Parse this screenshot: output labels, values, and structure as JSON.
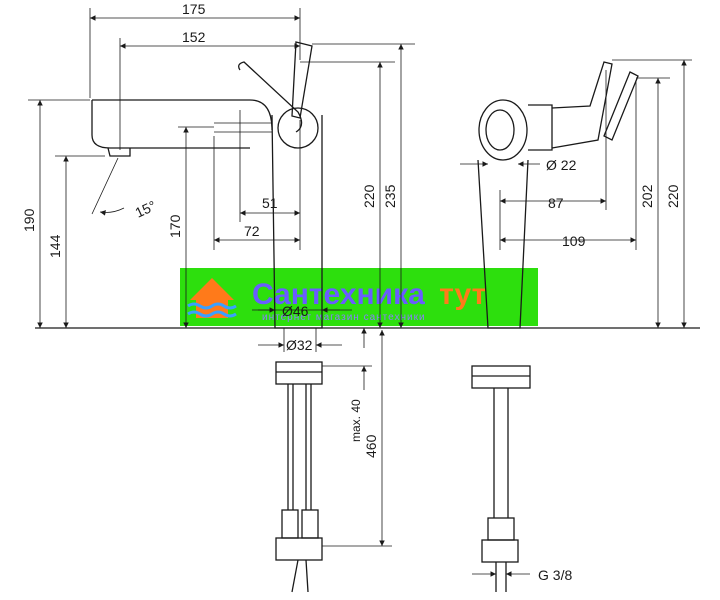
{
  "dimensions": {
    "width_total": "175",
    "spout_reach": "152",
    "height_190": "190",
    "height_144": "144",
    "angle": "15°",
    "height_170": "170",
    "lever_51": "51",
    "lever_72": "72",
    "height_220_front": "220",
    "height_235": "235",
    "body_diameter": "Ø46",
    "hole_diameter": "Ø32",
    "max_thickness": "max. 40",
    "hose_length": "460",
    "side_diameter": "Ø 22",
    "side_87": "87",
    "side_109": "109",
    "height_202": "202",
    "height_220_side": "220",
    "thread": "G 3/8"
  },
  "watermark": {
    "brand_primary": "Сантехника",
    "brand_secondary": "тут",
    "subtitle": "интернет магазин сантехники",
    "band_color": "#22dd00",
    "brand_color": "#6a5cff",
    "accent_color": "#ff7a1a"
  }
}
